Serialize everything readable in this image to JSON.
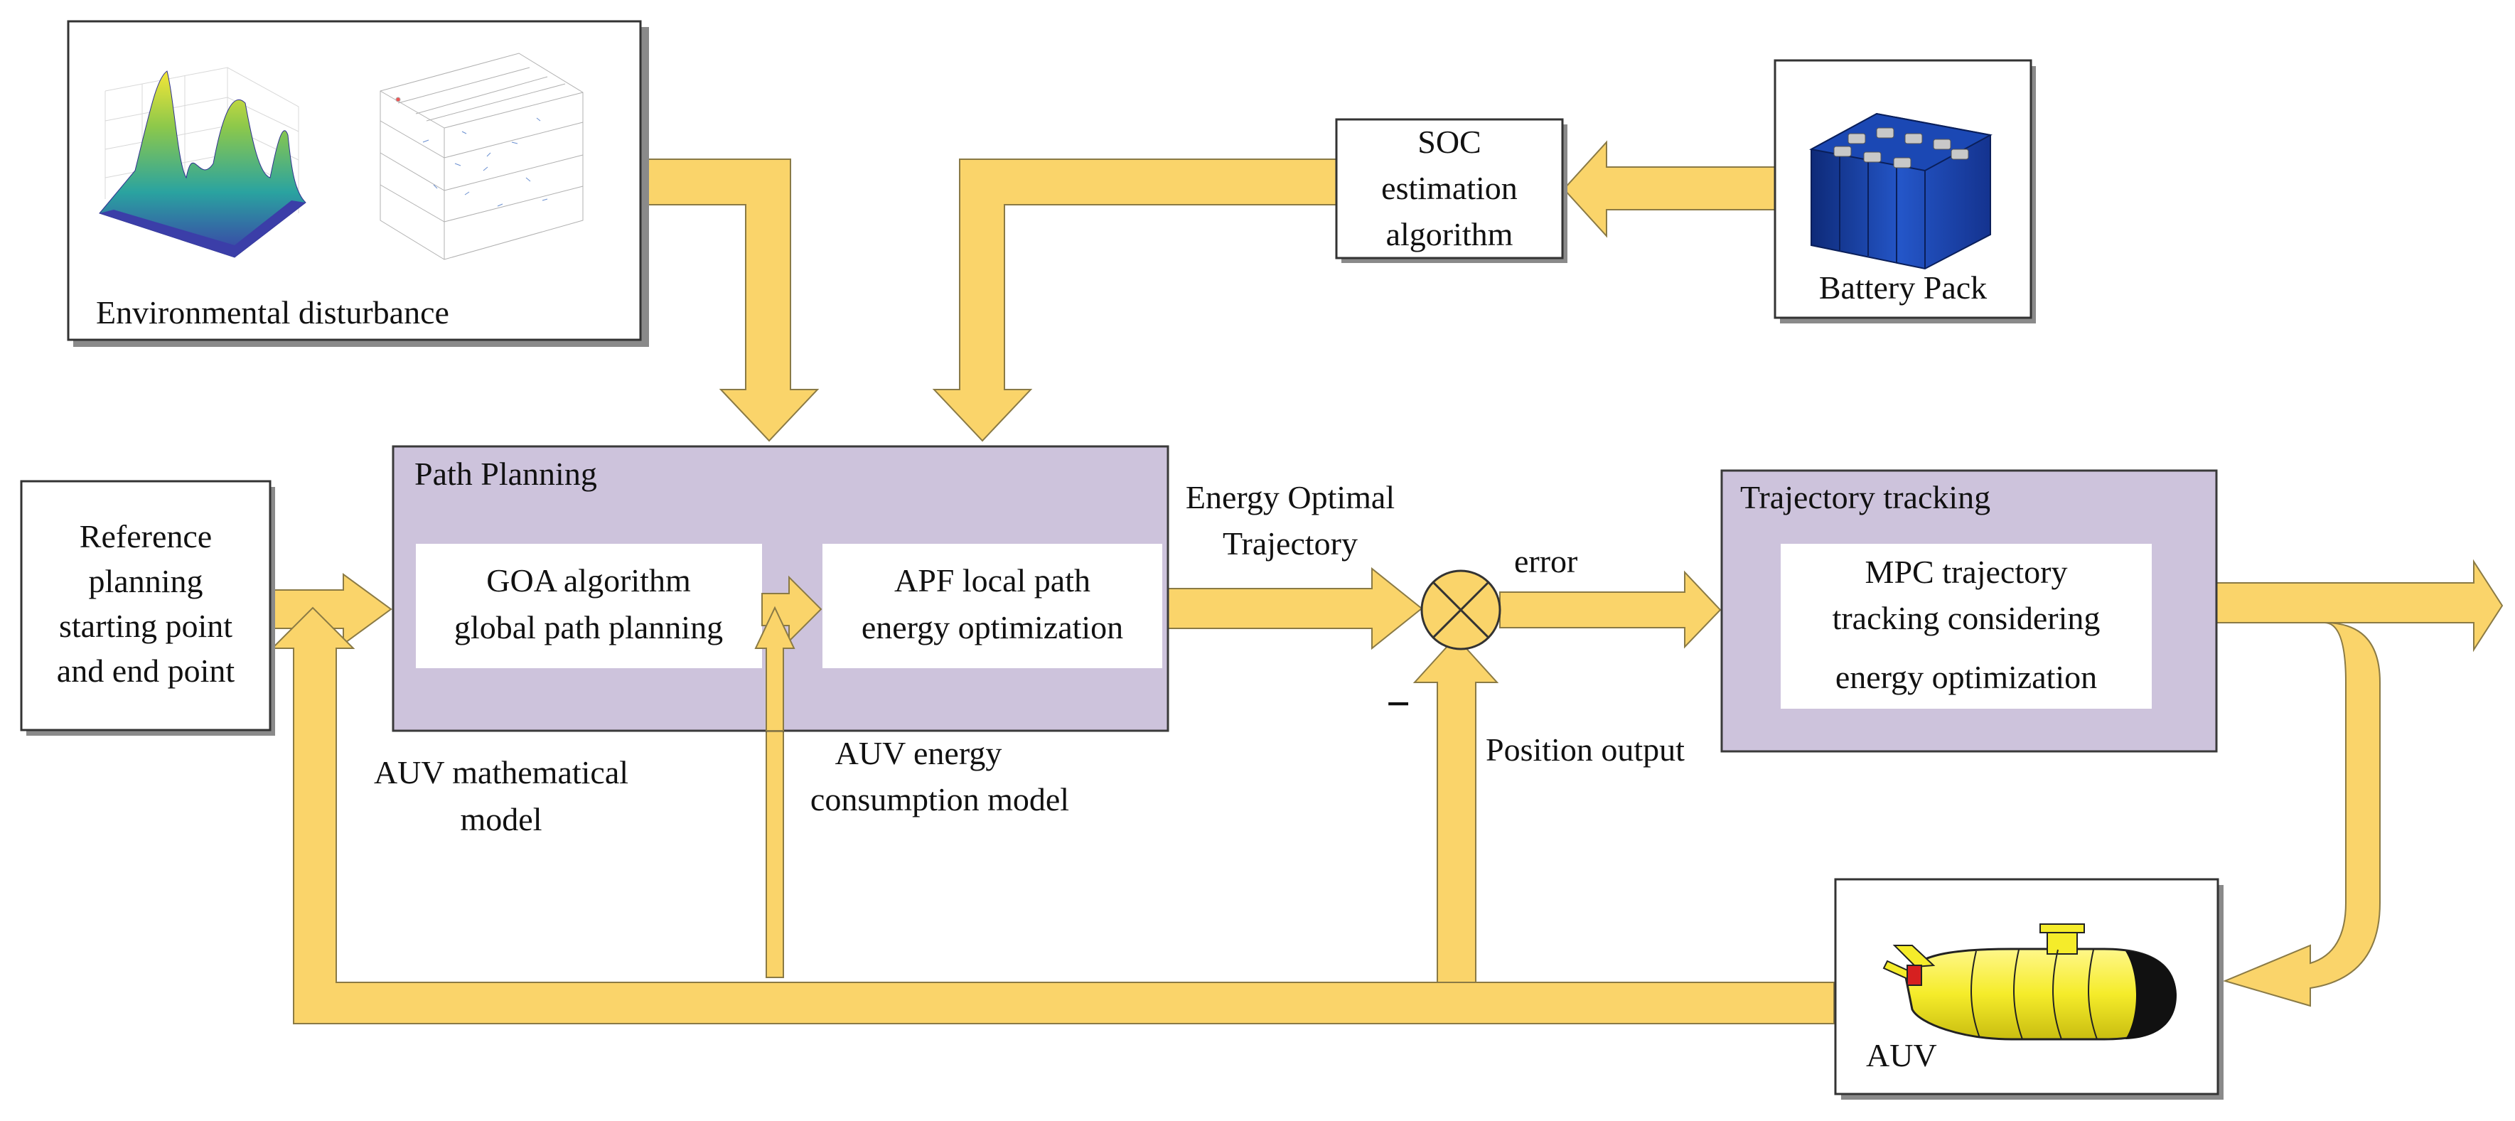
{
  "env_box": {
    "label": "Environmental disturbance"
  },
  "battery_box": {
    "label": "Battery Pack"
  },
  "soc_box": {
    "line1": "SOC",
    "line2": "estimation",
    "line3": "algorithm"
  },
  "ref_box": {
    "line1": "Reference",
    "line2": "planning",
    "line3": "starting point",
    "line4": "and end point"
  },
  "path_planning": {
    "title": "Path Planning",
    "goa_line1": "GOA algorithm",
    "goa_line2": "global path planning",
    "apf_line1": "APF local path",
    "apf_line2": "energy optimization"
  },
  "trajectory_tracking": {
    "title": "Trajectory tracking",
    "mpc_line1": "MPC trajectory",
    "mpc_line2": "tracking considering",
    "mpc_line3": "energy optimization"
  },
  "labels": {
    "energy_optimal_1": "Energy Optimal",
    "energy_optimal_2": "Trajectory",
    "error": "error",
    "minus": "−",
    "position_output": "Position output",
    "auv_math_1": "AUV mathematical",
    "auv_math_2": "model",
    "auv_energy_1": "AUV energy",
    "auv_energy_2": "consumption model"
  },
  "auv_box": {
    "label": "AUV"
  },
  "colors": {
    "arrow": "#fad46a",
    "arrow_stroke": "#8a7a45",
    "block": "#cdc3dc",
    "block_stroke": "#3a3a3a",
    "surface_low": "#3b3ea8",
    "surface_high": "#f4e637",
    "battery": "#1c3f9e",
    "auv_body": "#f5ec2a"
  }
}
